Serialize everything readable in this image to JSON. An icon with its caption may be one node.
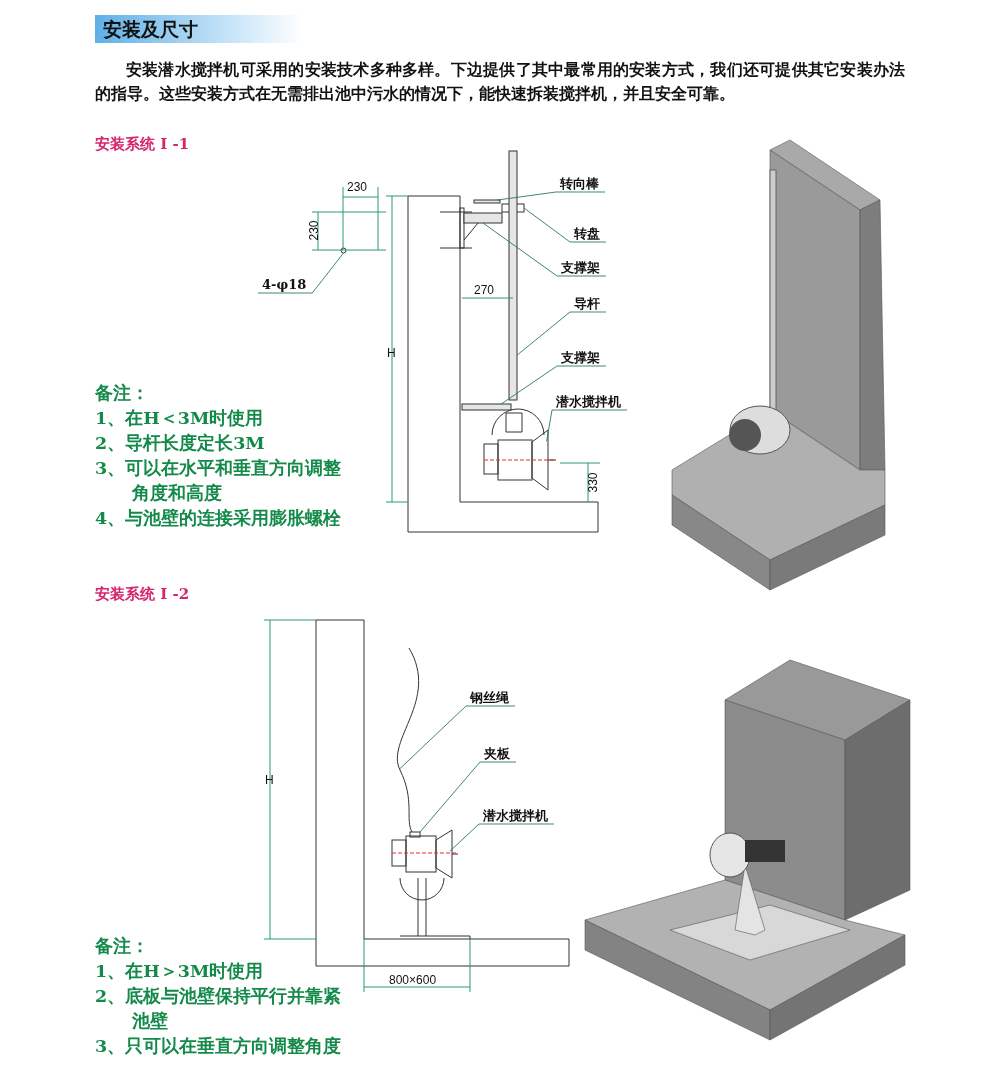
{
  "diagram": {
    "title": "安装及尺寸",
    "nodes": [
      {
        "text": [
          "转向棒"
        ]
      },
      {
        "text": [
          "转盘"
        ]
      },
      {
        "text": [
          "支撑架"
        ]
      },
      {
        "text": [
          "导杆"
        ]
      },
      {
        "text": [
          "支撑架"
        ]
      },
      {
        "text": [
          "潜水搅拌机"
        ]
      },
      {
        "text": [
          "4-φ18"
        ]
      },
      {
        "text": [
          "钢丝绳"
        ]
      },
      {
        "text": [
          "夹板"
        ]
      },
      {
        "text": [
          "潜水搅拌机"
        ]
      },
      {
        "text": [],
        "shape": "bar"
      },
      {
        "text": [],
        "shape": "box"
      },
      {
        "text": [],
        "shape": "bar"
      },
      {
        "text": [],
        "shape": "bar"
      },
      {
        "text": [],
        "shape": "bar"
      },
      {
        "text": [],
        "shape": "picture"
      },
      {
        "text": [],
        "shape": "circle"
      },
      {
        "text": [],
        "shape": "picture"
      },
      {
        "text": [],
        "shape": "box",
        "in": 19
      },
      {
        "text": [],
        "shape": "picture"
      }
    ],
    "edges": [
      {
        "from": 0,
        "to": 10,
        "arrow": "none"
      },
      {
        "from": 1,
        "to": 11,
        "arrow": "none"
      },
      {
        "from": 2,
        "to": 12,
        "arrow": "none"
      },
      {
        "from": 3,
        "to": 13,
        "arrow": "none"
      },
      {
        "from": 4,
        "to": 14,
        "arrow": "none"
      },
      {
        "from": 5,
        "to": 15,
        "arrow": "none"
      },
      {
        "from": 6,
        "to": 16,
        "arrow": "none"
      },
      {
        "from": 7,
        "to": 17,
        "arrow": "none"
      },
      {
        "from": 8,
        "to": 18,
        "arrow": "none"
      },
      {
        "from": 9,
        "to": 19,
        "arrow": "none"
      }
    ],
    "labels": [
      "安装潜水搅拌机可采用的安装技术多种多样。下边提供了其中最常用的安装方式，我们还可提供其它安装办法的指导。这些安装方式在无需排出池中污水的情况下，能快速拆装搅拌机，并且安全可靠。",
      "安装系统 I -1",
      "230",
      "230",
      "270",
      "H",
      "330",
      "备注：",
      "1、在H＜3M时使用",
      "2、导杆长度定长3M",
      "3、可以在水平和垂直方向调整角度和高度",
      "4、与池壁的连接采用膨胀螺栓",
      "安装系统 I -2",
      "H",
      "800×600",
      "备注：",
      "1、在H＞3M时使用",
      "2、底板与池壁保持平行并靠紧池壁",
      "3、只可以在垂直方向调整角度"
    ]
  }
}
